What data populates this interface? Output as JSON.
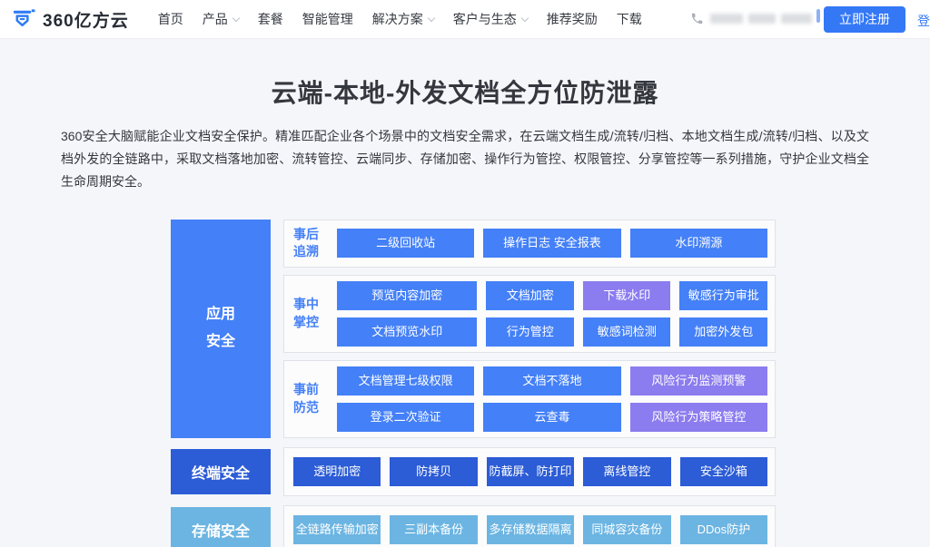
{
  "header": {
    "logo_text": "360亿方云",
    "nav": [
      {
        "label": "首页",
        "dropdown": false
      },
      {
        "label": "产品",
        "dropdown": true
      },
      {
        "label": "套餐",
        "dropdown": false
      },
      {
        "label": "智能管理",
        "dropdown": false
      },
      {
        "label": "解决方案",
        "dropdown": true
      },
      {
        "label": "客户与生态",
        "dropdown": true
      },
      {
        "label": "推荐奖励",
        "dropdown": false
      },
      {
        "label": "下载",
        "dropdown": false
      }
    ],
    "phone_number_redacted": true,
    "register_label": "立即注册",
    "login_label": "登录"
  },
  "hero": {
    "title": "云端-本地-外发文档全方位防泄露",
    "description": "360安全大脑赋能企业文档安全保护。精准匹配企业各个场景中的文档安全需求，在云端文档生成/流转/归档、本地文档生成/流转/归档、以及文档外发的全链路中，采取文档落地加密、流转管控、云端同步、存储加密、操作行为管控、权限管控、分享管控等一系列措施，守护企业文档全生命周期安全。"
  },
  "diagram": {
    "app": {
      "label": "应用安全",
      "groups": [
        {
          "label": "事后追溯",
          "rows": [
            [
              "二级回收站",
              "操作日志 安全报表",
              "水印溯源"
            ]
          ]
        },
        {
          "label": "事中掌控",
          "rows": [
            [
              "预览内容加密",
              "文档加密",
              "下载水印",
              "敏感行为审批"
            ],
            [
              "文档预览水印",
              "行为管控",
              "敏感词检测",
              "加密外发包"
            ]
          ]
        },
        {
          "label": "事前防范",
          "rows": [
            [
              "文档管理七级权限",
              "文档不落地",
              "风险行为监测预警"
            ],
            [
              "登录二次验证",
              "云查毒",
              "风险行为策略管控"
            ]
          ]
        }
      ]
    },
    "terminal": {
      "label": "终端安全",
      "items": [
        "透明加密",
        "防拷贝",
        "防截屏、防打印",
        "离线管控",
        "安全沙箱"
      ]
    },
    "storage": {
      "label": "存储安全",
      "items": [
        "全链路传输加密",
        "三副本备份",
        "多存储数据隔离",
        "同城容灾备份",
        "DDos防护"
      ]
    }
  },
  "colors": {
    "primary_blue": "#4480f7",
    "purple": "#8b7cef",
    "dark_blue": "#2c5cd6",
    "light_blue": "#6cb5e2",
    "accent_button": "#3478f6",
    "page_bg": "#f5f6fa"
  }
}
